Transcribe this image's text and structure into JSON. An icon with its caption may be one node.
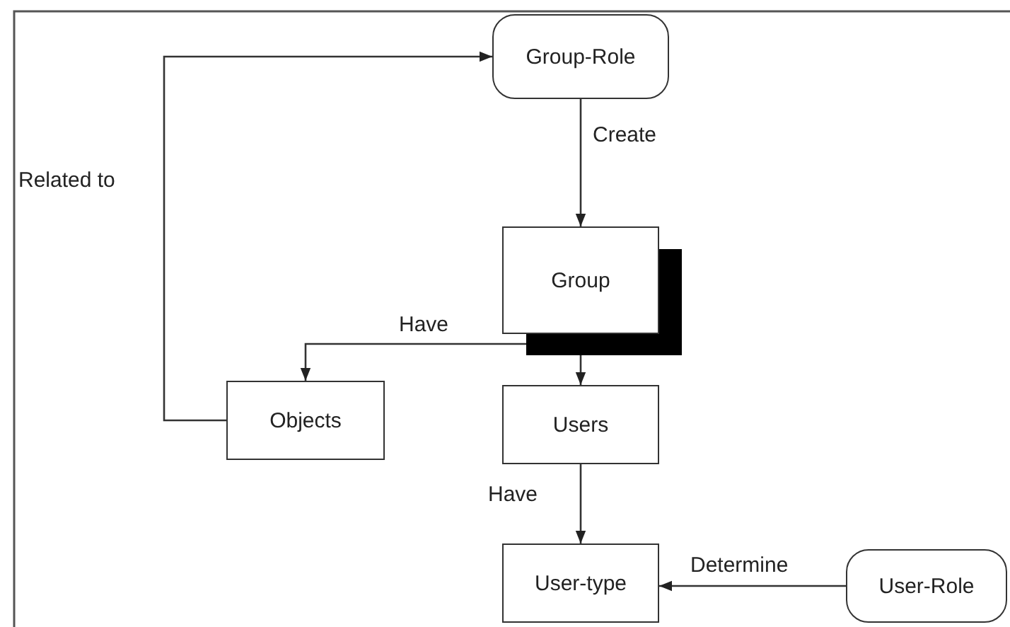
{
  "diagram": {
    "nodes": [
      {
        "text": [
          "Group-Role"
        ]
      },
      {
        "text": [
          "Group"
        ]
      },
      {
        "text": [
          "Objects"
        ]
      },
      {
        "text": [
          "Users"
        ]
      },
      {
        "text": [
          "User-type"
        ]
      },
      {
        "text": [
          "User-Role"
        ]
      }
    ],
    "edges": [
      {
        "from": 2,
        "to": 0,
        "arrow": "to",
        "label": "Related to"
      },
      {
        "from": 0,
        "to": 1,
        "arrow": "to",
        "label": "Create"
      },
      {
        "from": 1,
        "to": 2,
        "arrow": "to",
        "label": "Have"
      },
      {
        "from": 1,
        "to": 3,
        "arrow": "to"
      },
      {
        "from": 3,
        "to": 4,
        "arrow": "to",
        "label": "Have"
      },
      {
        "from": 5,
        "to": 4,
        "arrow": "to",
        "label": "Determine"
      }
    ]
  }
}
